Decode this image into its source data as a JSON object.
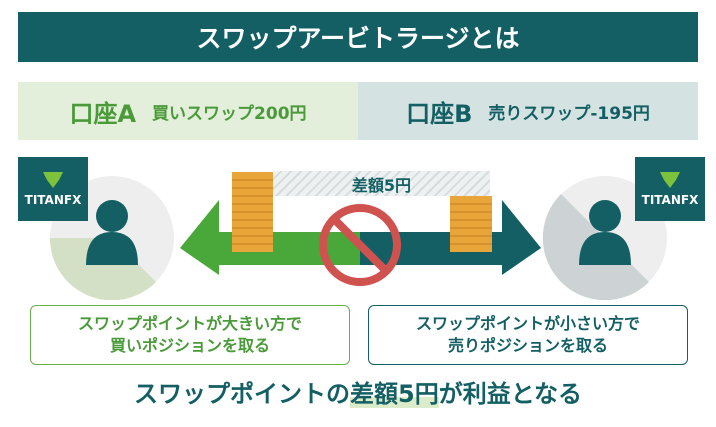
{
  "title": "スワップアービトラージとは",
  "account_a": {
    "name": "口座A",
    "swap": "買いスワップ200円"
  },
  "account_b": {
    "name": "口座B",
    "swap": "売りスワップ-195円"
  },
  "logo_text": "TITANFX",
  "difference_label": "差額5円",
  "box_left": {
    "line1": "スワップポイントが大きい方で",
    "line2": "買いポジションを取る"
  },
  "box_right": {
    "line1": "スワップポイントが小さい方で",
    "line2": "売りポジションを取る"
  },
  "conclusion": {
    "pre": "スワップポイントの",
    "highlight": "差額5円",
    "post": "が利益となる"
  },
  "colors": {
    "teal": "#135f64",
    "green": "#4aa83a",
    "red": "#d0524f",
    "coin": "#e8a53a"
  }
}
